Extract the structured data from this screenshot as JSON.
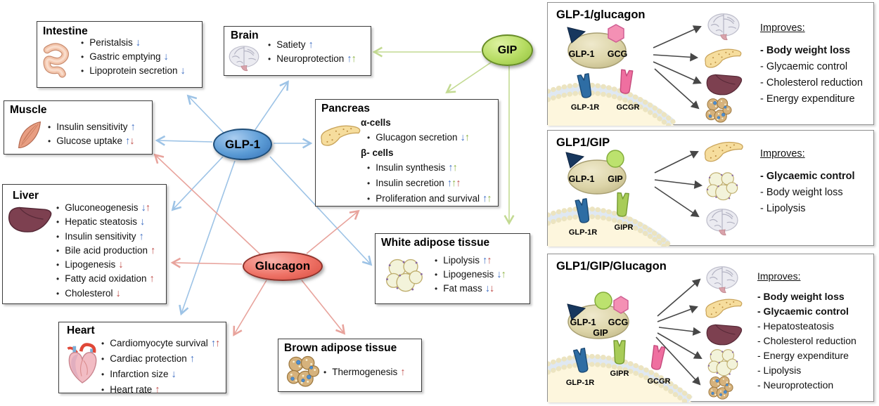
{
  "hormones": {
    "glp1": {
      "label": "GLP-1",
      "color": "#4a86c8"
    },
    "glucagon": {
      "label": "Glucagon",
      "color": "#e8665a"
    },
    "gip": {
      "label": "GIP",
      "color": "#b6dc62"
    }
  },
  "arrow_colors": {
    "glp1_blue": "#4472c4",
    "glucagon_red": "#c0504d",
    "gip_green": "#8fb347"
  },
  "organs": {
    "intestine": {
      "title": "Intestine",
      "items": [
        {
          "text": "Peristalsis",
          "arrows": [
            {
              "glyph": "↓",
              "color": "#4472c4"
            }
          ]
        },
        {
          "text": "Gastric emptying",
          "arrows": [
            {
              "glyph": "↓",
              "color": "#4472c4"
            }
          ]
        },
        {
          "text": "Lipoprotein secretion",
          "arrows": [
            {
              "glyph": "↓",
              "color": "#4472c4"
            }
          ]
        }
      ]
    },
    "brain": {
      "title": "Brain",
      "items": [
        {
          "text": "Satiety",
          "arrows": [
            {
              "glyph": "↑",
              "color": "#4472c4"
            }
          ]
        },
        {
          "text": "Neuroprotection",
          "arrows": [
            {
              "glyph": "↑",
              "color": "#4472c4"
            },
            {
              "glyph": "↑",
              "color": "#8fb347"
            }
          ]
        }
      ]
    },
    "muscle": {
      "title": "Muscle",
      "items": [
        {
          "text": "Insulin sensitivity",
          "arrows": [
            {
              "glyph": "↑",
              "color": "#4472c4"
            }
          ]
        },
        {
          "text": "Glucose uptake",
          "arrows": [
            {
              "glyph": "↑",
              "color": "#4472c4"
            },
            {
              "glyph": "↓",
              "color": "#c0504d"
            }
          ]
        }
      ]
    },
    "pancreas": {
      "title": "Pancreas",
      "alpha_header": "α-cells",
      "beta_header": "β- cells",
      "alpha_items": [
        {
          "text": "Glucagon secretion",
          "arrows": [
            {
              "glyph": "↓",
              "color": "#4472c4"
            },
            {
              "glyph": "↑",
              "color": "#8fb347"
            }
          ]
        }
      ],
      "beta_items": [
        {
          "text": "Insulin synthesis",
          "arrows": [
            {
              "glyph": "↑",
              "color": "#4472c4"
            },
            {
              "glyph": "↑",
              "color": "#8fb347"
            }
          ]
        },
        {
          "text": "Insulin secretion",
          "arrows": [
            {
              "glyph": "↑",
              "color": "#4472c4"
            },
            {
              "glyph": "↑",
              "color": "#8fb347"
            },
            {
              "glyph": "↑",
              "color": "#c0504d"
            }
          ]
        },
        {
          "text": "Proliferation and survival",
          "arrows": [
            {
              "glyph": "↑",
              "color": "#4472c4"
            },
            {
              "glyph": "↑",
              "color": "#8fb347"
            }
          ]
        }
      ]
    },
    "liver": {
      "title": "Liver",
      "items": [
        {
          "text": "Gluconeogenesis",
          "arrows": [
            {
              "glyph": "↓",
              "color": "#4472c4"
            },
            {
              "glyph": "↑",
              "color": "#c0504d"
            }
          ]
        },
        {
          "text": "Hepatic steatosis",
          "arrows": [
            {
              "glyph": "↓",
              "color": "#4472c4"
            }
          ]
        },
        {
          "text": "Insulin sensitivity",
          "arrows": [
            {
              "glyph": "↑",
              "color": "#4472c4"
            }
          ]
        },
        {
          "text": "Bile acid production",
          "arrows": [
            {
              "glyph": "↑",
              "color": "#c0504d"
            }
          ]
        },
        {
          "text": "Lipogenesis",
          "arrows": [
            {
              "glyph": "↓",
              "color": "#c0504d"
            }
          ]
        },
        {
          "text": "Fatty acid oxidation",
          "arrows": [
            {
              "glyph": "↑",
              "color": "#c0504d"
            }
          ]
        },
        {
          "text": "Cholesterol",
          "arrows": [
            {
              "glyph": "↓",
              "color": "#c0504d"
            }
          ]
        }
      ]
    },
    "wat": {
      "title": "White adipose tissue",
      "items": [
        {
          "text": "Lipolysis",
          "arrows": [
            {
              "glyph": "↑",
              "color": "#4472c4"
            },
            {
              "glyph": "↑",
              "color": "#c0504d"
            }
          ]
        },
        {
          "text": "Lipogenesis",
          "arrows": [
            {
              "glyph": "↓",
              "color": "#4472c4"
            },
            {
              "glyph": "↑",
              "color": "#8fb347"
            }
          ]
        },
        {
          "text": "Fat mass",
          "arrows": [
            {
              "glyph": "↓",
              "color": "#4472c4"
            },
            {
              "glyph": "↓",
              "color": "#c0504d"
            }
          ]
        }
      ]
    },
    "heart": {
      "title": "Heart",
      "items": [
        {
          "text": "Cardiomyocyte survival",
          "arrows": [
            {
              "glyph": "↑",
              "color": "#4472c4"
            },
            {
              "glyph": "↑",
              "color": "#c0504d"
            }
          ]
        },
        {
          "text": "Cardiac protection",
          "arrows": [
            {
              "glyph": "↑",
              "color": "#4472c4"
            }
          ]
        },
        {
          "text": "Infarction size",
          "arrows": [
            {
              "glyph": "↓",
              "color": "#4472c4"
            }
          ]
        },
        {
          "text": "Heart rate",
          "arrows": [
            {
              "glyph": "↑",
              "color": "#c0504d"
            }
          ]
        }
      ]
    },
    "bat": {
      "title": "Brown adipose tissue",
      "items": [
        {
          "text": "Thermogenesis",
          "arrows": [
            {
              "glyph": "↑",
              "color": "#c0504d"
            }
          ]
        }
      ]
    }
  },
  "panels": [
    {
      "title": "GLP-1/glucagon",
      "ligands": [
        "GLP-1",
        "GCG"
      ],
      "receptors": [
        "GLP-1R",
        "GCGR"
      ],
      "improves_title": "Improves:",
      "improves": [
        {
          "text": "- Body weight loss",
          "weight": "bold"
        },
        {
          "text": "- Glycaemic control",
          "weight": "normal"
        },
        {
          "text": "- Cholesterol reduction",
          "weight": "normal"
        },
        {
          "text": "- Energy expenditure",
          "weight": "normal"
        }
      ]
    },
    {
      "title": "GLP1/GIP",
      "ligands": [
        "GLP-1",
        "GIP"
      ],
      "receptors": [
        "GLP-1R",
        "GIPR"
      ],
      "improves_title": "Improves:",
      "improves": [
        {
          "text": "- Glycaemic control",
          "weight": "bold"
        },
        {
          "text": "- Body weight loss",
          "weight": "normal"
        },
        {
          "text": "- Lipolysis",
          "weight": "normal"
        }
      ]
    },
    {
      "title": "GLP1/GIP/Glucagon",
      "ligands": [
        "GLP-1",
        "GCG"
      ],
      "ligand_line2": "GIP",
      "receptors": [
        "GLP-1R",
        "GIPR",
        "GCGR"
      ],
      "improves_title": "Improves:",
      "improves": [
        {
          "text": "- Body weight loss",
          "weight": "bold"
        },
        {
          "text": "- Glycaemic control",
          "weight": "bold"
        },
        {
          "text": "- Hepatosteatosis",
          "weight": "normal"
        },
        {
          "text": "- Cholesterol reduction",
          "weight": "normal"
        },
        {
          "text": "- Energy expenditure",
          "weight": "normal"
        },
        {
          "text": "- Lipolysis",
          "weight": "normal"
        },
        {
          "text": "- Neuroprotection",
          "weight": "normal"
        }
      ]
    }
  ]
}
